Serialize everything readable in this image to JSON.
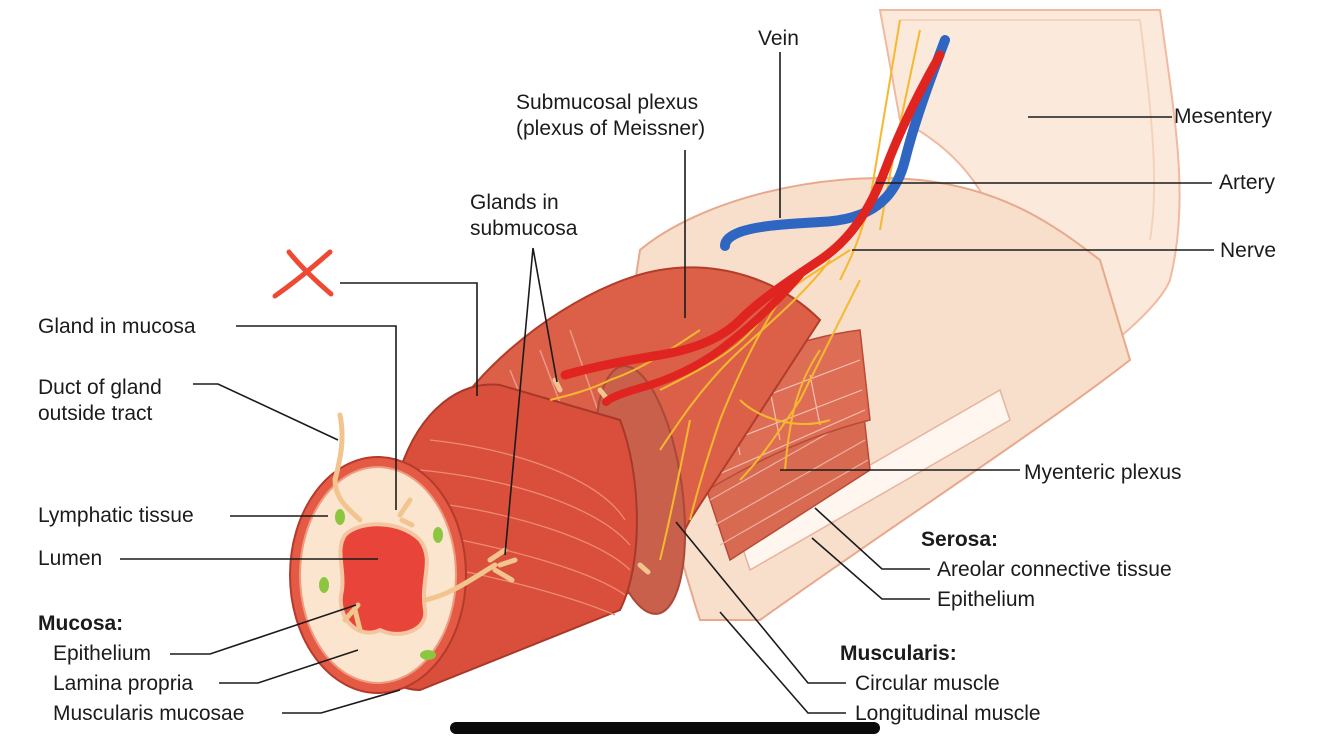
{
  "labels": {
    "vein": "Vein",
    "submucosal_plexus": "Submucosal plexus\n(plexus of Meissner)",
    "glands_in_submucosa": "Glands in\nsubmucosa",
    "mesentery": "Mesentery",
    "artery": "Artery",
    "nerve": "Nerve",
    "gland_in_mucosa": "Gland in mucosa",
    "duct_of_gland": "Duct of gland\noutside tract",
    "lymphatic_tissue": "Lymphatic tissue",
    "lumen": "Lumen",
    "myenteric_plexus": "Myenteric plexus",
    "serosa": {
      "header": "Serosa:",
      "items": [
        "Areolar connective tissue",
        "Epithelium"
      ]
    },
    "mucosa": {
      "header": "Mucosa:",
      "items": [
        "Epithelium",
        "Lamina propria",
        "Muscularis mucosae"
      ]
    },
    "muscularis": {
      "header": "Muscularis:",
      "items": [
        "Circular muscle",
        "Longitudinal muscle"
      ]
    }
  },
  "colors": {
    "muscle": "#d9604a",
    "muscle_dark": "#b8432f",
    "serosa": "#f6dcc8",
    "mesentery": "#fbeadc",
    "artery": "#e0241f",
    "vein": "#2f66c2",
    "nerve": "#f5b82e",
    "lumen": "#e84a3a",
    "lamina": "#fbe4cf",
    "lymph": "#8cc63f",
    "x_mark": "#ee4a33"
  },
  "annotation_mark": "x-mark"
}
